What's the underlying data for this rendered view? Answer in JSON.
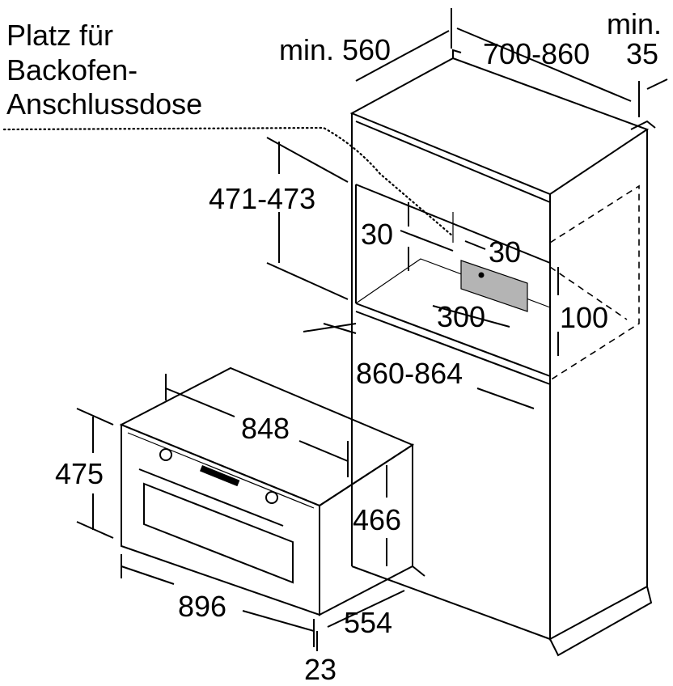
{
  "socket_note": [
    "Platz für",
    "Backofen-",
    "Anschlussdose"
  ],
  "dimensions": {
    "niche_depth_min": "min. 560",
    "cabinet_depth": "700-860",
    "gap_min_label": "min.",
    "gap_min_value": "35",
    "niche_height": "471-473",
    "socket_offset_left": "30",
    "socket_offset_right": "30",
    "socket_width": "300",
    "socket_height": "100",
    "niche_width": "860-864",
    "oven_body_width": "848",
    "oven_body_height": "475",
    "oven_height_side": "466",
    "oven_front_width": "896",
    "oven_depth": "554",
    "front_panel_thickness": "23"
  },
  "colors": {
    "line": "#000000",
    "socket_area": "#b4b4b4"
  }
}
